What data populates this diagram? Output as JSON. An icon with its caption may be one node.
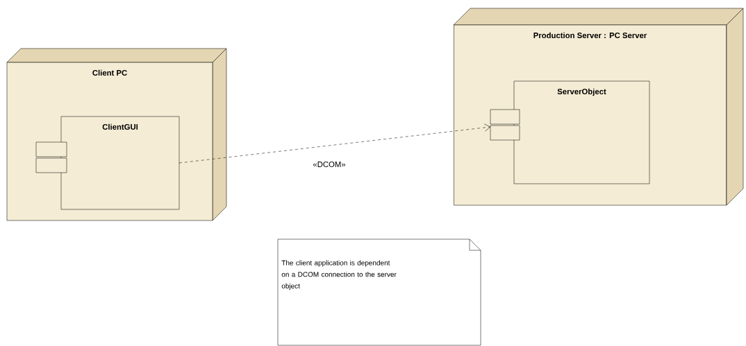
{
  "diagram": {
    "nodes": [
      {
        "text": [
          "Client PC"
        ]
      },
      {
        "text": [
          "ClientGUI"
        ],
        "in": 0
      },
      {
        "text": [
          "Production Server : PC Server"
        ]
      },
      {
        "text": [
          "ServerObject"
        ],
        "in": 2
      },
      {
        "text": [
          "The client application is dependent on a DCOM connection to the server object"
        ]
      }
    ],
    "edges": [
      {
        "from": 1,
        "to": 3,
        "arrow": "to",
        "style": "dashed",
        "label": "«DCOM»"
      }
    ]
  }
}
